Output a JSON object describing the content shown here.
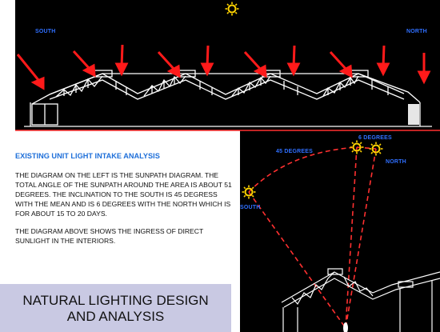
{
  "diagram_top": {
    "south_label": "SOUTH",
    "north_label": "NORTH"
  },
  "analysis": {
    "title": "EXISTING UNIT LIGHT INTAKE ANALYSIS",
    "paragraph1": "THE DIAGRAM ON THE LEFT IS THE SUNPATH DIAGRAM. THE TOTAL ANGLE OF THE SUNPATH AROUND THE AREA IS ABOUT 51 DEGREES. THE INCLINATION TO THE SOUTH IS 45 DEGRESS WITH THE MEAN AND IS 6 DEGREES WITH THE NORTH WHICH IS FOR ABOUT 15 TO 20 DAYS.",
    "paragraph2": "THE DIAGRAM ABOVE SHOWS THE INGRESS OF DIRECT SUNLIGHT IN THE INTERIORS."
  },
  "diagram_right": {
    "angle_south": "45 DEGREES",
    "angle_north": "6 DEGREES",
    "north_label": "NORTH",
    "south_label": "SOUTH"
  },
  "title_box": {
    "line1": "NATURAL LIGHTING DESIGN",
    "line2": "AND ANALYSIS"
  },
  "colors": {
    "arrow": "#ff1a1a",
    "sun": "#ffd400",
    "label": "#2f6fff",
    "structure": "#ffffff",
    "sunpath": "#ff3030"
  }
}
